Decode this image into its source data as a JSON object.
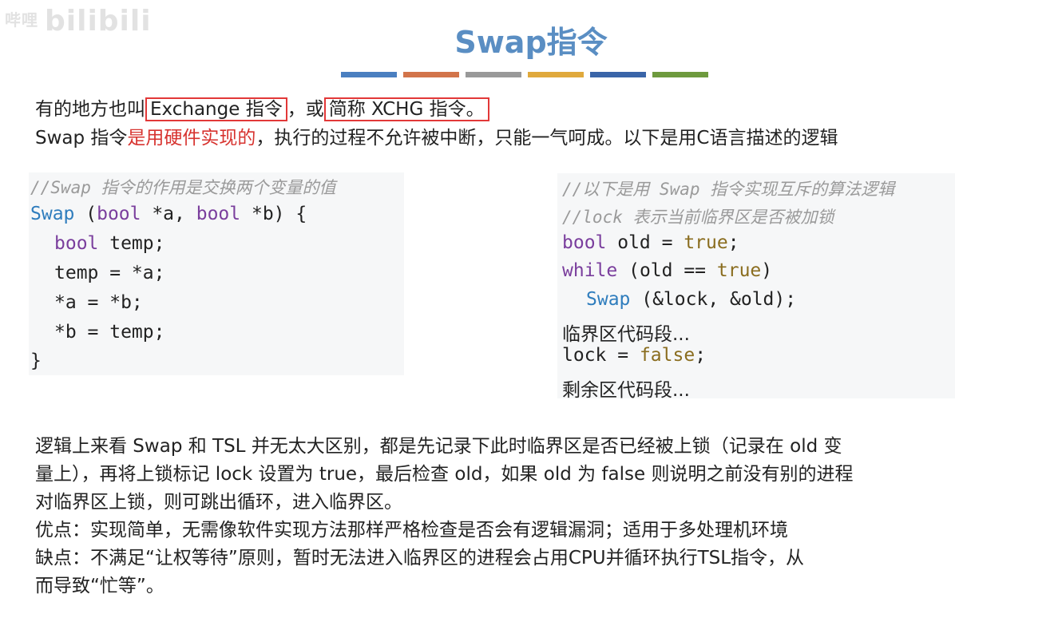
{
  "watermark": {
    "small": "哔哩",
    "big": "bilibili"
  },
  "title": "Swap指令",
  "color_bars": [
    "#4a7fc0",
    "#d2744a",
    "#999999",
    "#e0a93c",
    "#3a65a8",
    "#6e9a3e"
  ],
  "intro": {
    "line1_a": "有的地方也叫",
    "line1_box1": "Exchange 指令",
    "line1_b": "，或",
    "line1_box2": "简称 XCHG 指令。",
    "line2_a": "Swap 指令",
    "line2_red": "是用硬件实现的",
    "line2_b": "，执行的过程不允许被中断，只能一气呵成。以下是用C语言描述的逻辑"
  },
  "code_left": {
    "comment": "//Swap 指令的作用是交换两个变量的值",
    "fn": "Swap",
    "sig_a": " (",
    "kw_bool1": "bool",
    "sig_b": " *a, ",
    "kw_bool2": "bool",
    "sig_c": " *b) {",
    "l2_kw": "bool",
    "l2_rest": " temp;",
    "l3": "temp = *a;",
    "l4": "*a = *b;",
    "l5": "*b = temp;",
    "l6": "}"
  },
  "code_right": {
    "comment1": "//以下是用 Swap 指令实现互斥的算法逻辑",
    "comment2": "//lock 表示当前临界区是否被加锁",
    "l1_kw": "bool",
    "l1_mid": " old = ",
    "l1_val": "true",
    "l1_end": ";",
    "l2_kw": "while",
    "l2_mid": " (old == ",
    "l2_val": "true",
    "l2_end": ")",
    "l3_fn": "Swap",
    "l3_rest": " (&lock, &old);",
    "l4": "临界区代码段...",
    "l5_a": "lock = ",
    "l5_val": "false",
    "l5_end": ";",
    "l6": "剩余区代码段..."
  },
  "bottom": {
    "p1": "逻辑上来看 Swap 和 TSL 并无太大区别，都是先记录下此时临界区是否已经被上锁（记录在 old 变",
    "p2": "量上），再将上锁标记 lock 设置为 true，最后检查 old，如果 old 为 false 则说明之前没有别的进程",
    "p3": "对临界区上锁，则可跳出循环，进入临界区。",
    "p4": "优点：实现简单，无需像软件实现方法那样严格检查是否会有逻辑漏洞；适用于多处理机环境",
    "p5": "缺点：不满足“让权等待”原则，暂时无法进入临界区的进程会占用CPU并循环执行TSL指令，从",
    "p6": "而导致“忙等”。"
  }
}
